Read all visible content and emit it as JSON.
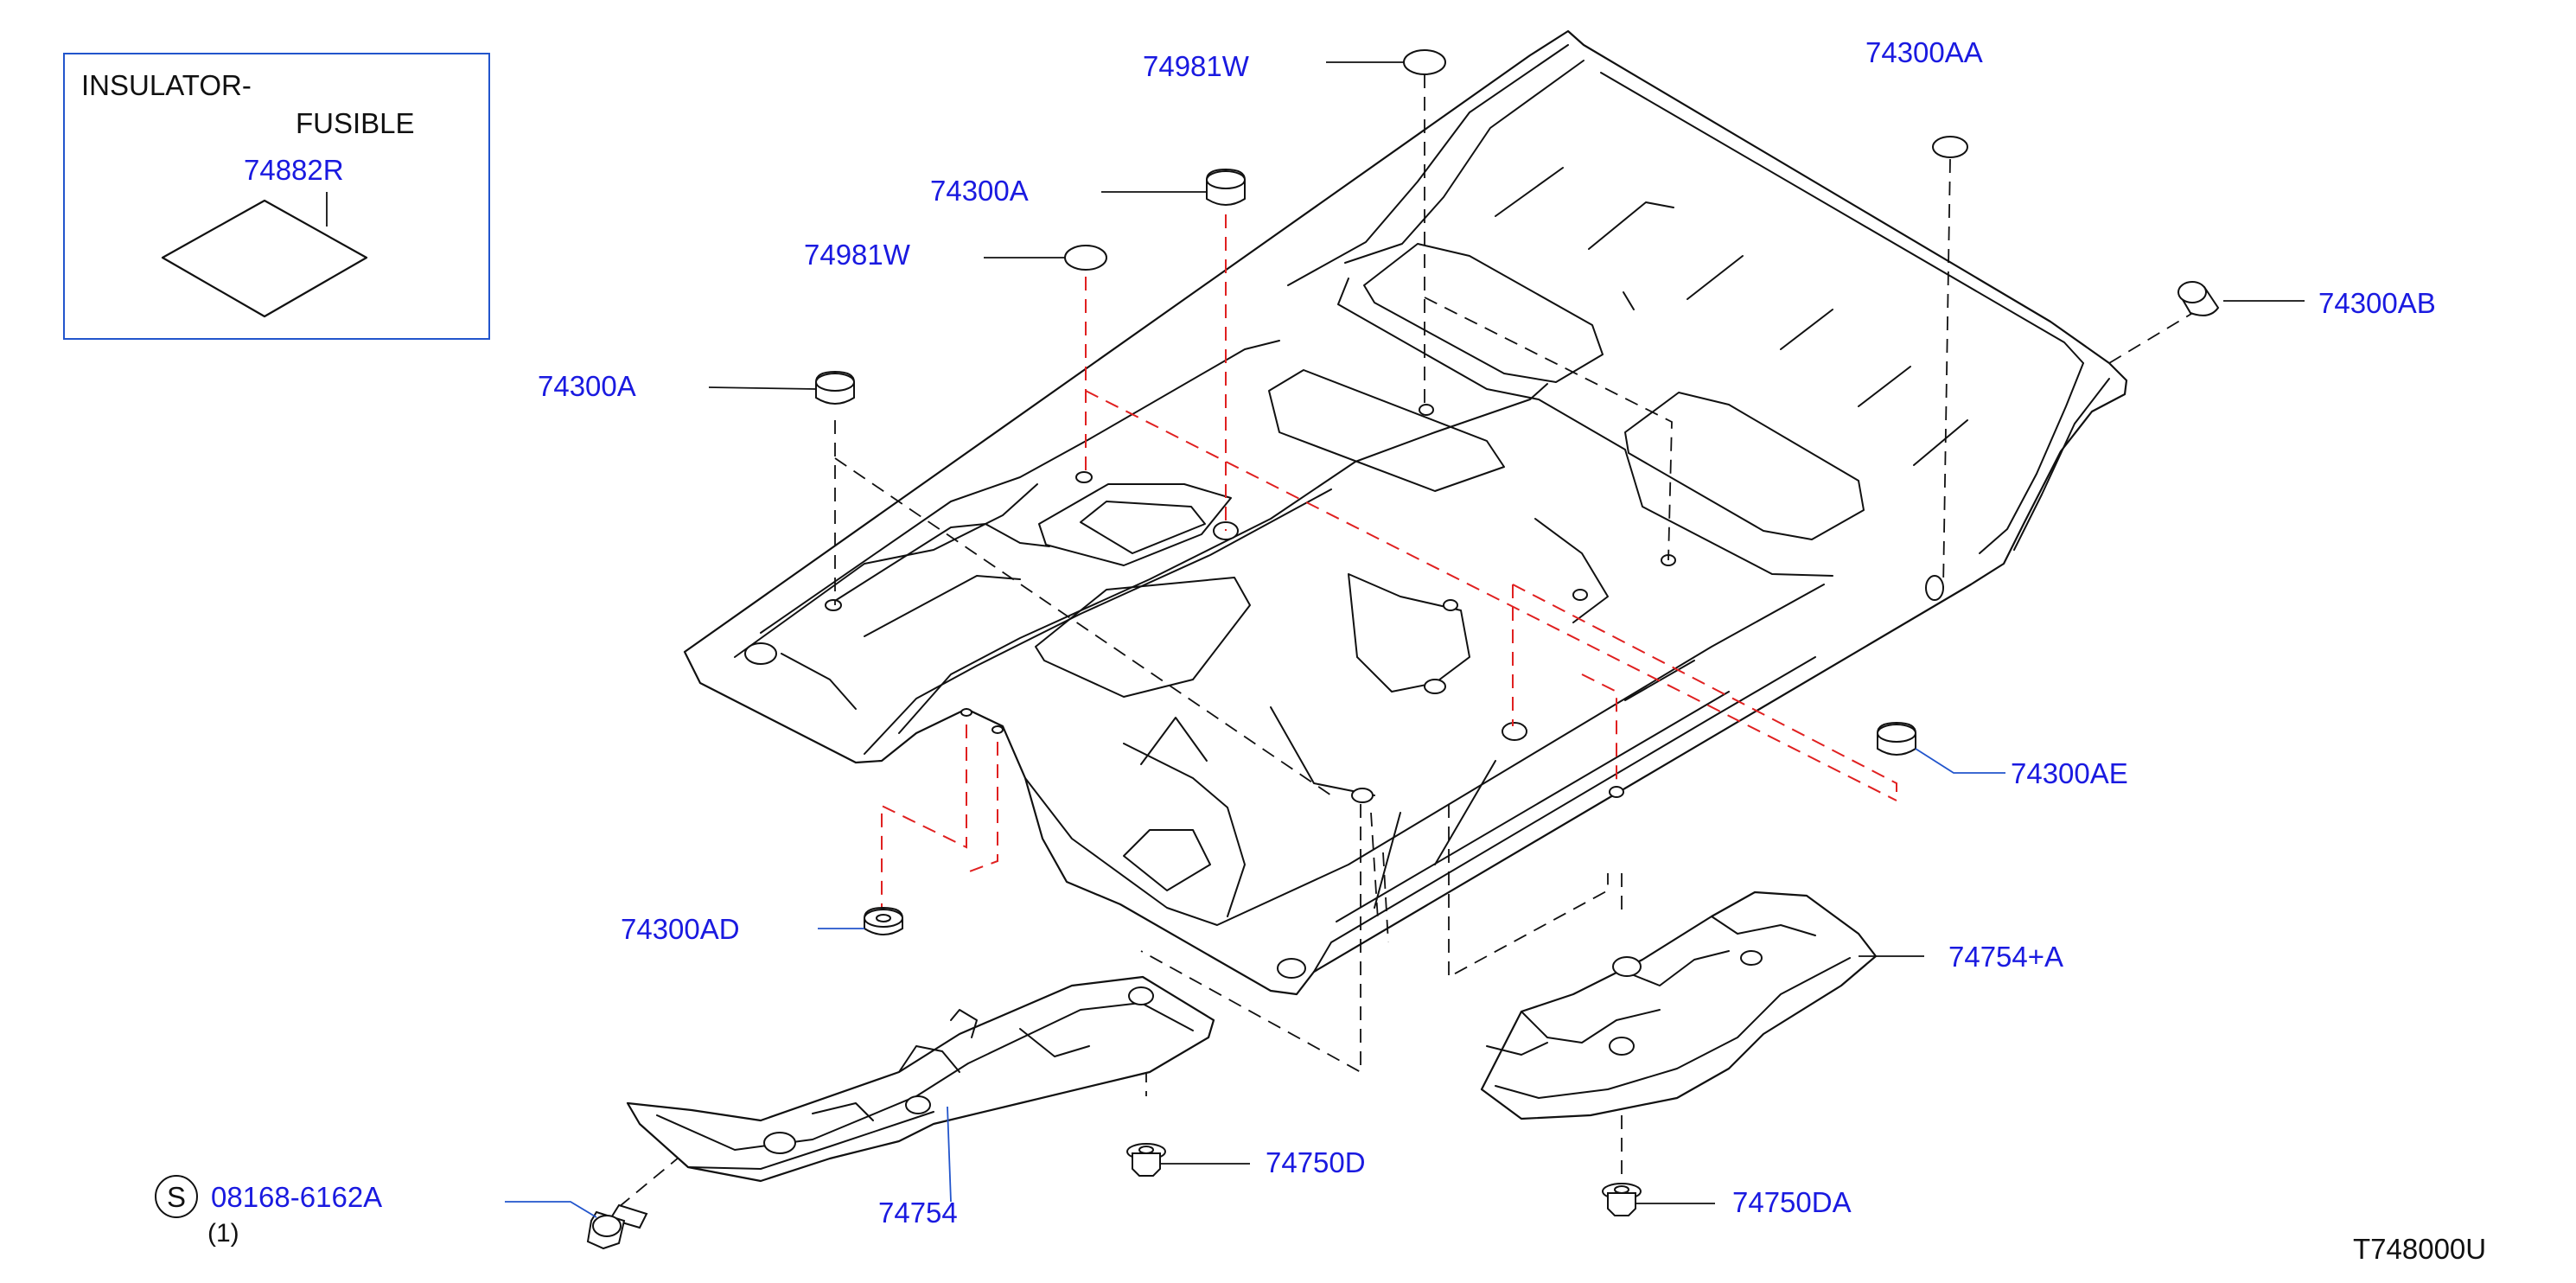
{
  "colors": {
    "label_blue": "#1a1ae0",
    "leader_blue": "#2255cc",
    "line_black": "#111111",
    "dash_red": "#e02020",
    "inset_border": "#2255cc"
  },
  "inset": {
    "title_line1": "INSULATOR-",
    "title_line2": "FUSIBLE",
    "part_number": "74882R"
  },
  "labels": {
    "p74981w_top": "74981W",
    "p74300aa": "74300AA",
    "p74300a_upper": "74300A",
    "p74981w_mid": "74981W",
    "p74300ab": "74300AB",
    "p74300a_left": "74300A",
    "p74300ae": "74300AE",
    "p74300ad": "74300AD",
    "p74754_plus_a": "74754+A",
    "p74750d": "74750D",
    "p74750da": "74750DA",
    "p74754": "74754",
    "bolt_part": "08168-6162A",
    "bolt_symbol": "S",
    "bolt_qty": "(1)",
    "drawing_id": "T748000U"
  },
  "icons": [
    "grommet-plug-icon",
    "seal-patch-icon",
    "flange-nut-icon",
    "flange-bolt-icon",
    "floor-panel-icon",
    "under-cover-icon"
  ]
}
